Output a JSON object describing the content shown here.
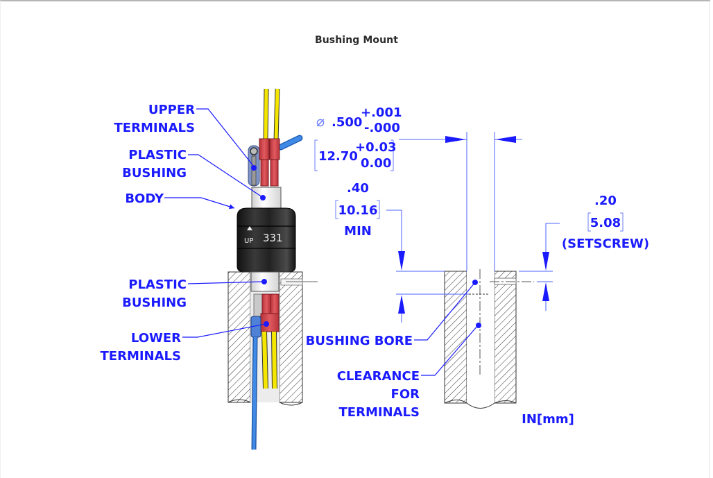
{
  "page": {
    "title": "Bushing Mount"
  },
  "callouts": {
    "upper_terminals": [
      "UPPER",
      "TERMINALS"
    ],
    "plastic_bushing_top": [
      "PLASTIC",
      "BUSHING"
    ],
    "body": "BODY",
    "plastic_bushing_bottom": [
      "PLASTIC",
      "BUSHING"
    ],
    "lower_terminals": [
      "LOWER",
      "TERMINALS"
    ],
    "bushing_bore": "BUSHING BORE",
    "clearance_for_terminals": [
      "CLEARANCE",
      "FOR",
      "TERMINALS"
    ]
  },
  "dimensions": {
    "bore_diameter": {
      "symbol": "⌀",
      "inch_nominal": ".500",
      "inch_plus": "+.001",
      "inch_minus": "-.000",
      "mm_nominal": "12.70",
      "mm_plus": "+0.03",
      "mm_minus": "0.00"
    },
    "bore_depth_min": {
      "inch": ".40",
      "mm": "10.16",
      "note": "MIN"
    },
    "setscrew_depth": {
      "inch": ".20",
      "mm": "5.08",
      "note": "(SETSCREW)"
    },
    "units": "IN[mm]"
  },
  "product": {
    "body_marking": "331",
    "up_marking": "UP"
  },
  "colors": {
    "callout_blue": "#1a1aff",
    "dimension_line_blue": "#4a63ff",
    "wire_yellow": "#f5e600",
    "wire_blue": "#2f7fd9",
    "terminal_red": "#d9484d",
    "body_black": "#1e1e1e"
  }
}
